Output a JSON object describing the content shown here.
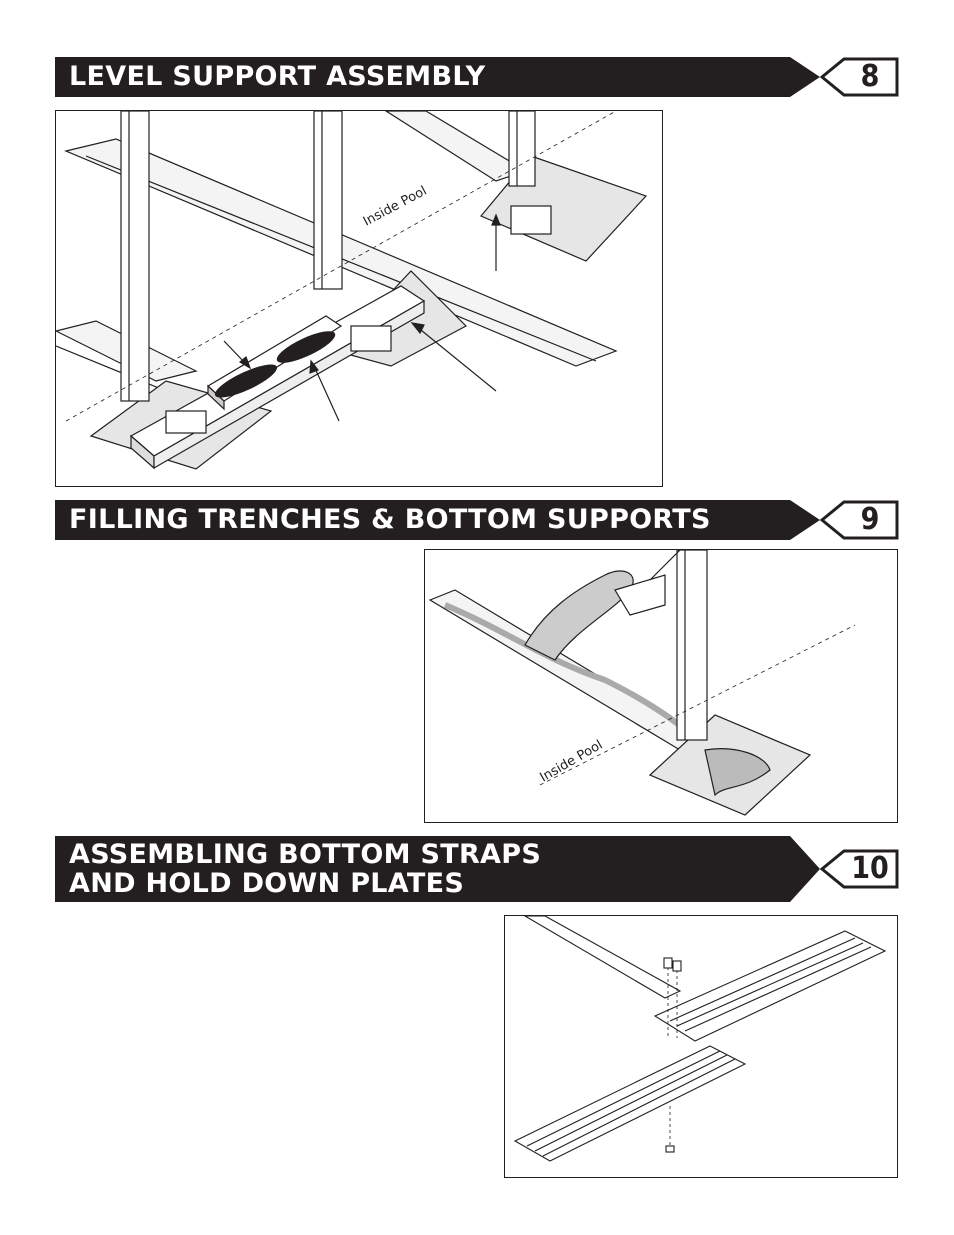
{
  "sections": [
    {
      "step": "8",
      "title": "LEVEL SUPPORT ASSEMBLY"
    },
    {
      "step": "9",
      "title": "FILLING TRENCHES & BOTTOM SUPPORTS"
    },
    {
      "step": "10",
      "title": "ASSEMBLING BOTTOM STRAPS\nAND HOLD DOWN PLATES"
    }
  ],
  "figures": {
    "level_support": {
      "label": "Inside Pool"
    },
    "filling_trenches": {
      "label": "Inside Pool"
    }
  },
  "colors": {
    "banner": "#231f20",
    "page": "#ffffff"
  }
}
